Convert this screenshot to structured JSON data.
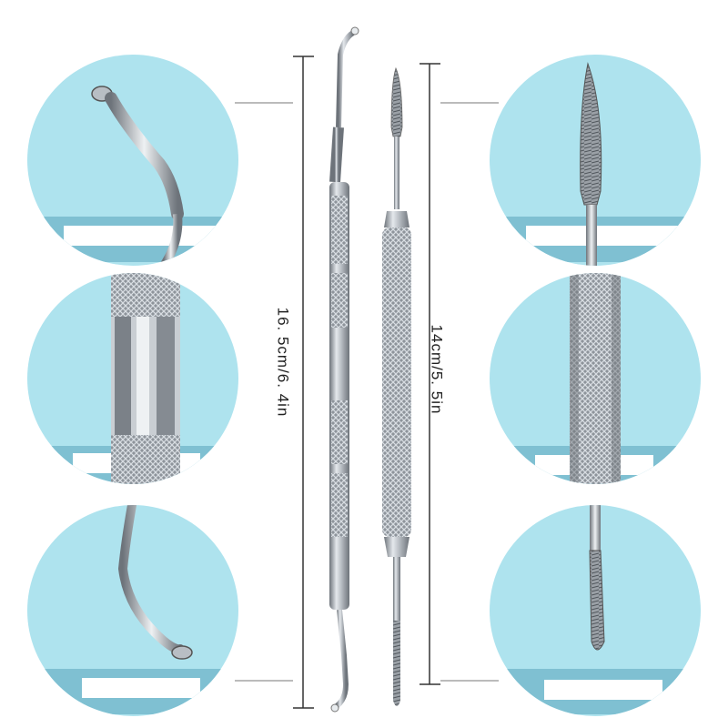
{
  "measurements": {
    "long_tool": "16. 5cm/6. 4in",
    "short_tool": "14cm/5. 5in"
  },
  "colors": {
    "circle_bg": "#aee3ee",
    "circle_band": "#7fc0d2",
    "steel": "#9ea4ab",
    "steel_dark": "#6d737a",
    "steel_light": "#e4e8ec"
  },
  "detail_views": [
    {
      "name": "curved-spoon-tip"
    },
    {
      "name": "knurled-handle-grooved"
    },
    {
      "name": "curved-scoop-tip"
    },
    {
      "name": "file-tip"
    },
    {
      "name": "diamond-knurled-handle"
    },
    {
      "name": "fine-file-shaft"
    }
  ]
}
